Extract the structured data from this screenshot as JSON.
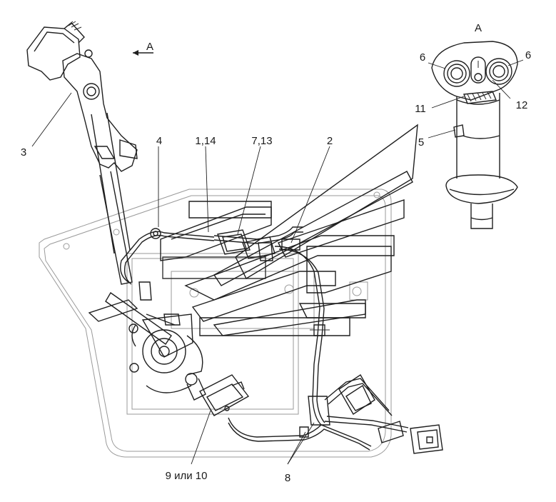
{
  "view_label": "A",
  "section_arrow_label": "A",
  "callouts": {
    "c3": "3",
    "c4": "4",
    "c1_14": "1,14",
    "c7_13": "7,13",
    "c2": "2",
    "c6_left": "6",
    "c6_right": "6",
    "c11": "11",
    "c12": "12",
    "c5": "5",
    "c9_10": "9 или 10",
    "c8": "8"
  }
}
